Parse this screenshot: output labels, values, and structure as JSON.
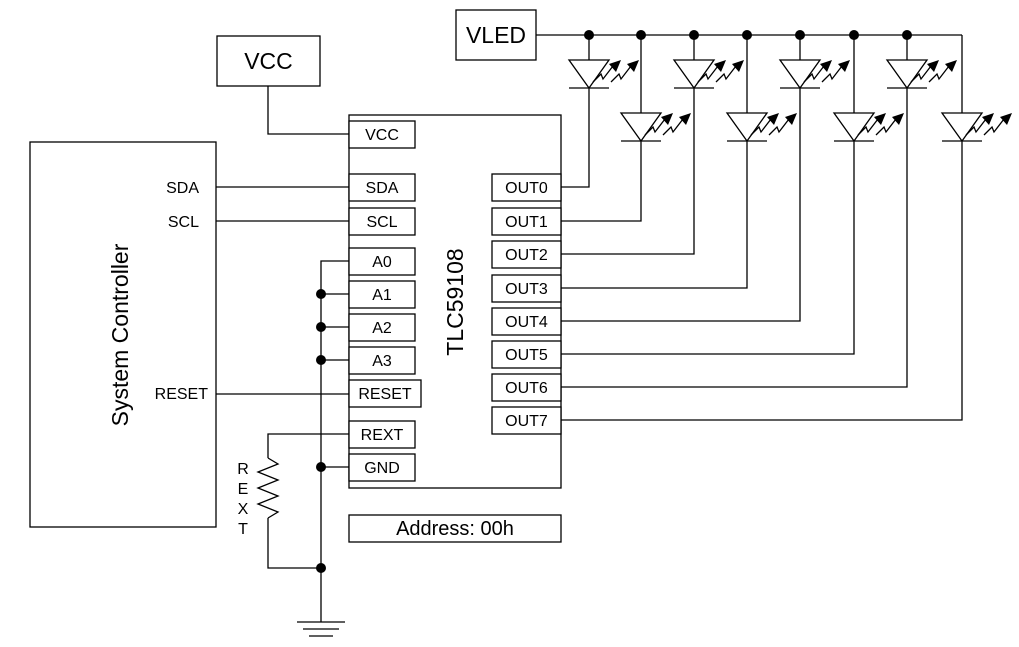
{
  "supplies": {
    "vcc": "VCC",
    "vled": "VLED"
  },
  "controller": {
    "name": "System Controller",
    "pins": {
      "sda": "SDA",
      "scl": "SCL",
      "reset": "RESET"
    }
  },
  "chip": {
    "name": "TLC59108",
    "left_pins": [
      "VCC",
      "SDA",
      "SCL",
      "A0",
      "A1",
      "A2",
      "A3",
      "RESET",
      "REXT",
      "GND"
    ],
    "right_pins": [
      "OUT0",
      "OUT1",
      "OUT2",
      "OUT3",
      "OUT4",
      "OUT5",
      "OUT6",
      "OUT7"
    ]
  },
  "resistor": {
    "label_letters": [
      "R",
      "E",
      "X",
      "T"
    ]
  },
  "address_label": "Address:  00h",
  "colors": {
    "line": "#000000",
    "background": "#ffffff"
  },
  "icons": {
    "led": "led-icon",
    "ground": "ground-icon",
    "resistor": "resistor-icon",
    "junction": "junction-dot-icon"
  }
}
